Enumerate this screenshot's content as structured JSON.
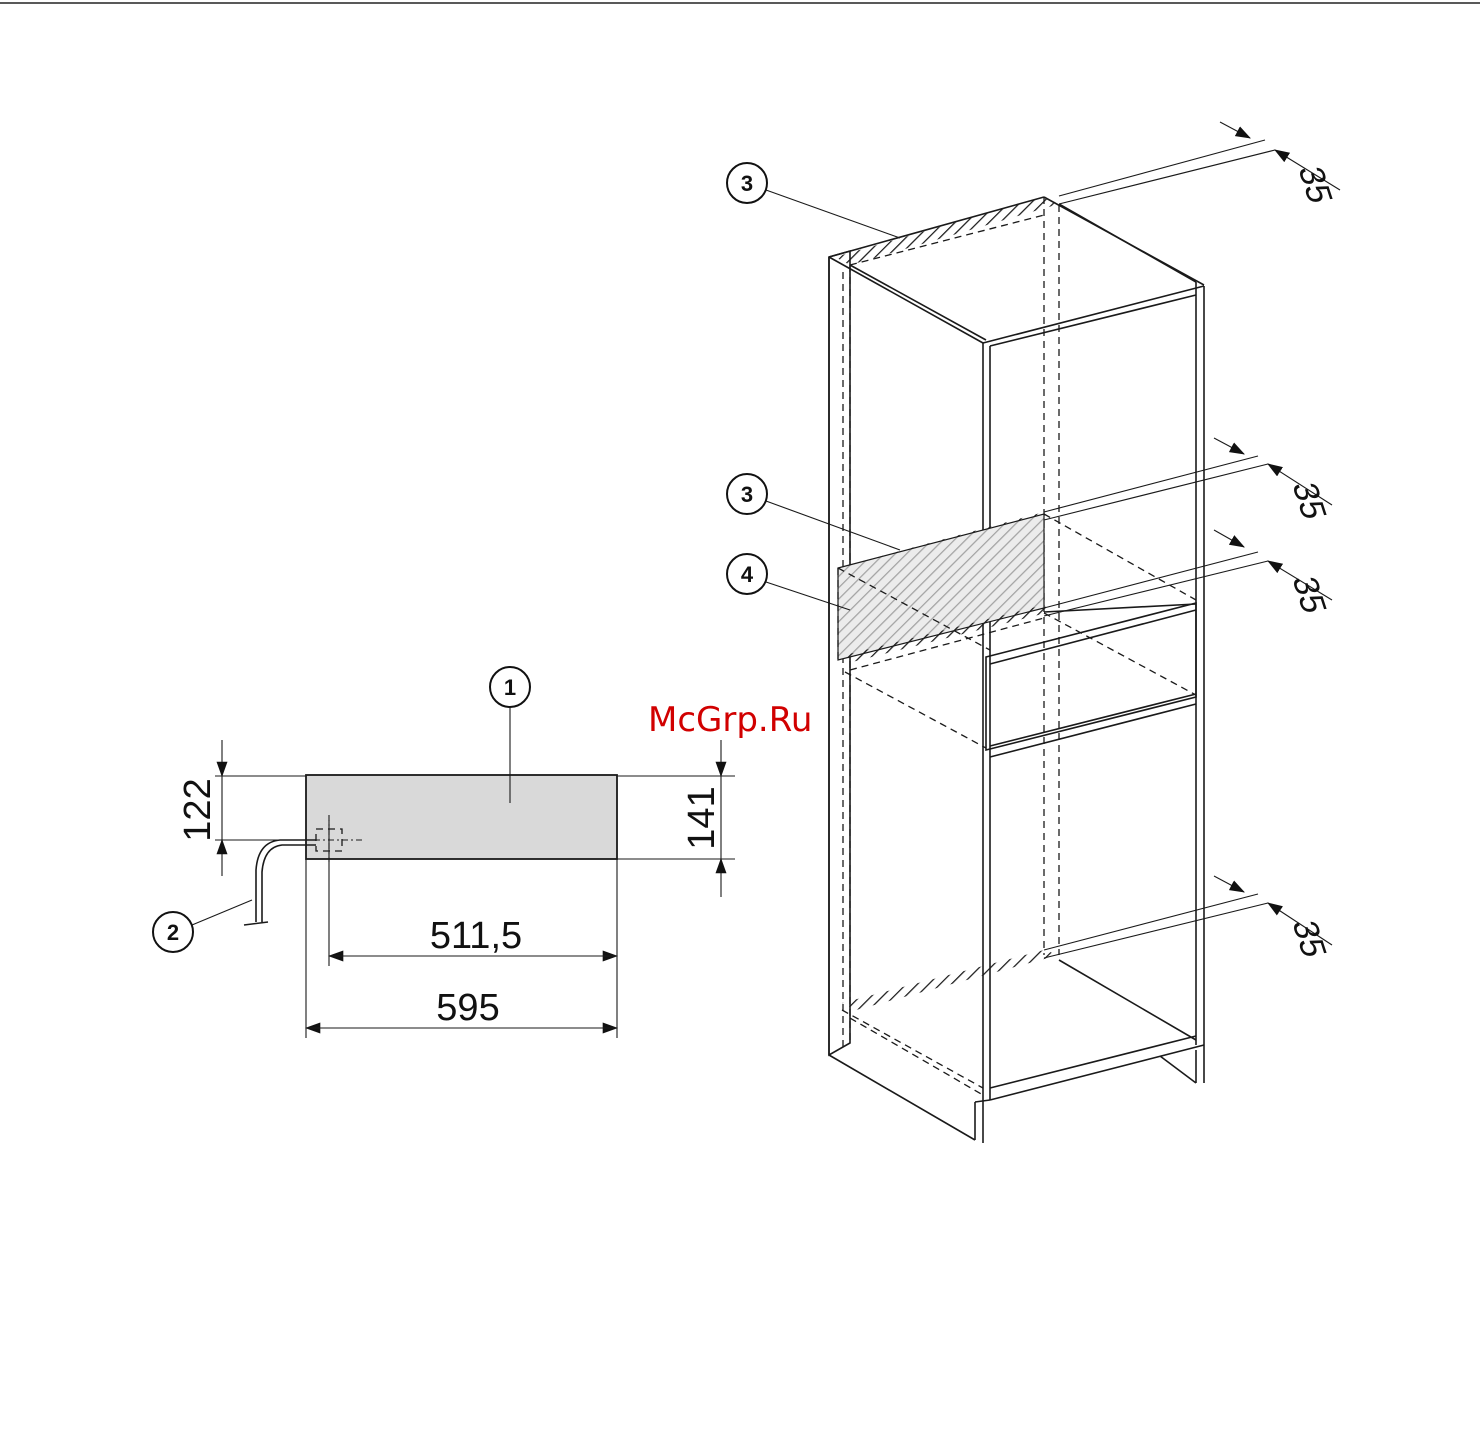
{
  "diagram": {
    "callouts": [
      "1",
      "2",
      "3",
      "3",
      "4"
    ],
    "front_view": {
      "height_left": "122",
      "height_right": "141",
      "width_inner": "511,5",
      "width_outer": "595"
    },
    "cabinet": {
      "clearance_top": "35",
      "clearance_mid_upper": "35",
      "clearance_mid_lower": "35",
      "clearance_bottom": "35"
    },
    "watermark": "McGrp.Ru"
  }
}
